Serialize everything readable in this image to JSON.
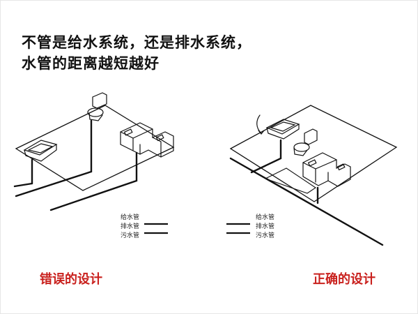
{
  "title": {
    "line1": "不管是给水系统，还是排水系统，",
    "line2": "水管的距离越短越好"
  },
  "legend": {
    "supply": "给水管",
    "drain": "排水管",
    "sewage": "污水管"
  },
  "captions": {
    "wrong": "错误的设计",
    "right": "正确的设计"
  },
  "colors": {
    "caption": "#c9211e",
    "line": "#111111"
  }
}
